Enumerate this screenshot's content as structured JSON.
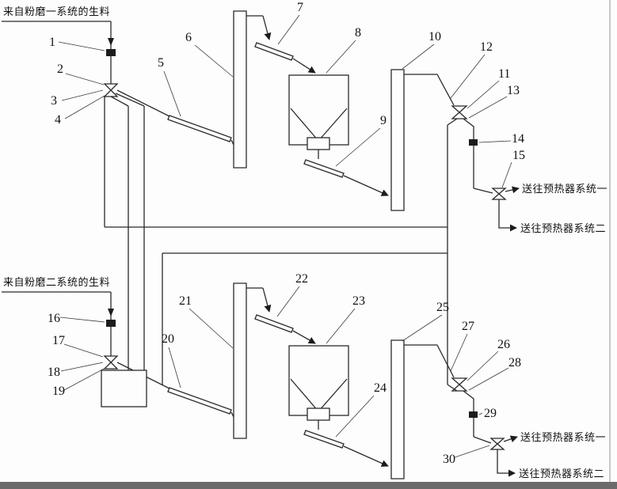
{
  "diagram": {
    "inputs": {
      "top": "来自粉磨一系统的生料",
      "bottom": "来自粉磨二系统的生料"
    },
    "outputs": {
      "top_1": "送往预热器系统一",
      "top_2": "送往预热器系统二",
      "bottom_1": "送往预热器系统一",
      "bottom_2": "送往预热器系统二"
    },
    "callouts": [
      "1",
      "2",
      "3",
      "4",
      "5",
      "6",
      "7",
      "8",
      "9",
      "10",
      "11",
      "12",
      "13",
      "14",
      "15",
      "16",
      "17",
      "18",
      "19",
      "20",
      "21",
      "22",
      "23",
      "24",
      "25",
      "26",
      "27",
      "28",
      "29",
      "30"
    ]
  }
}
